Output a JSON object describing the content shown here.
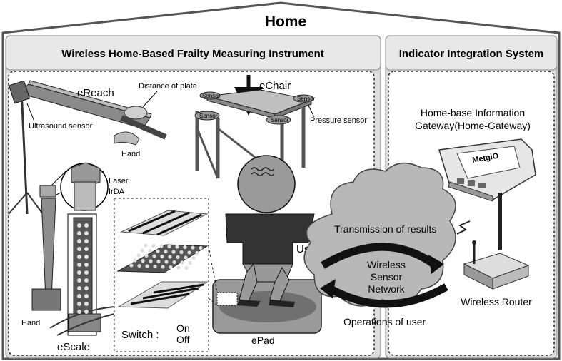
{
  "title": "Home",
  "left_panel": {
    "header": "Wireless Home-Based Frailty Measuring Instrument",
    "ereach": {
      "label": "eReach",
      "distance_of_plate": "Distance of plate",
      "ultrasound_sensor": "Ultrasound sensor",
      "hand": "Hand"
    },
    "echair": {
      "label": "eChair",
      "sensor": "Sensor",
      "pressure_sensor": "Pressure sensor"
    },
    "escale": {
      "label": "eScale",
      "laser": "Laser",
      "irda": "IrDA",
      "hand": "Hand"
    },
    "epad": {
      "label": "ePad",
      "switch_label": "Switch :",
      "on": "On",
      "off": "Off"
    },
    "user": "User"
  },
  "network": {
    "transmission": "Transmission of results",
    "wireless_sensor_network": [
      "Wireless",
      "Sensor",
      "Network"
    ],
    "operations": "Operations of user"
  },
  "right_panel": {
    "header": "Indicator Integration System",
    "gateway_line1": "Home-base Information",
    "gateway_line2": "Gateway(Home-Gateway)",
    "router": "Wireless Router",
    "device_brand": "MetgiO"
  },
  "colors": {
    "panel_fill": "#d9d9d9",
    "header_fill": "#e6e6e6",
    "cloud_fill": "#b5b5b5",
    "figure_fill": "#9a9a9a"
  }
}
